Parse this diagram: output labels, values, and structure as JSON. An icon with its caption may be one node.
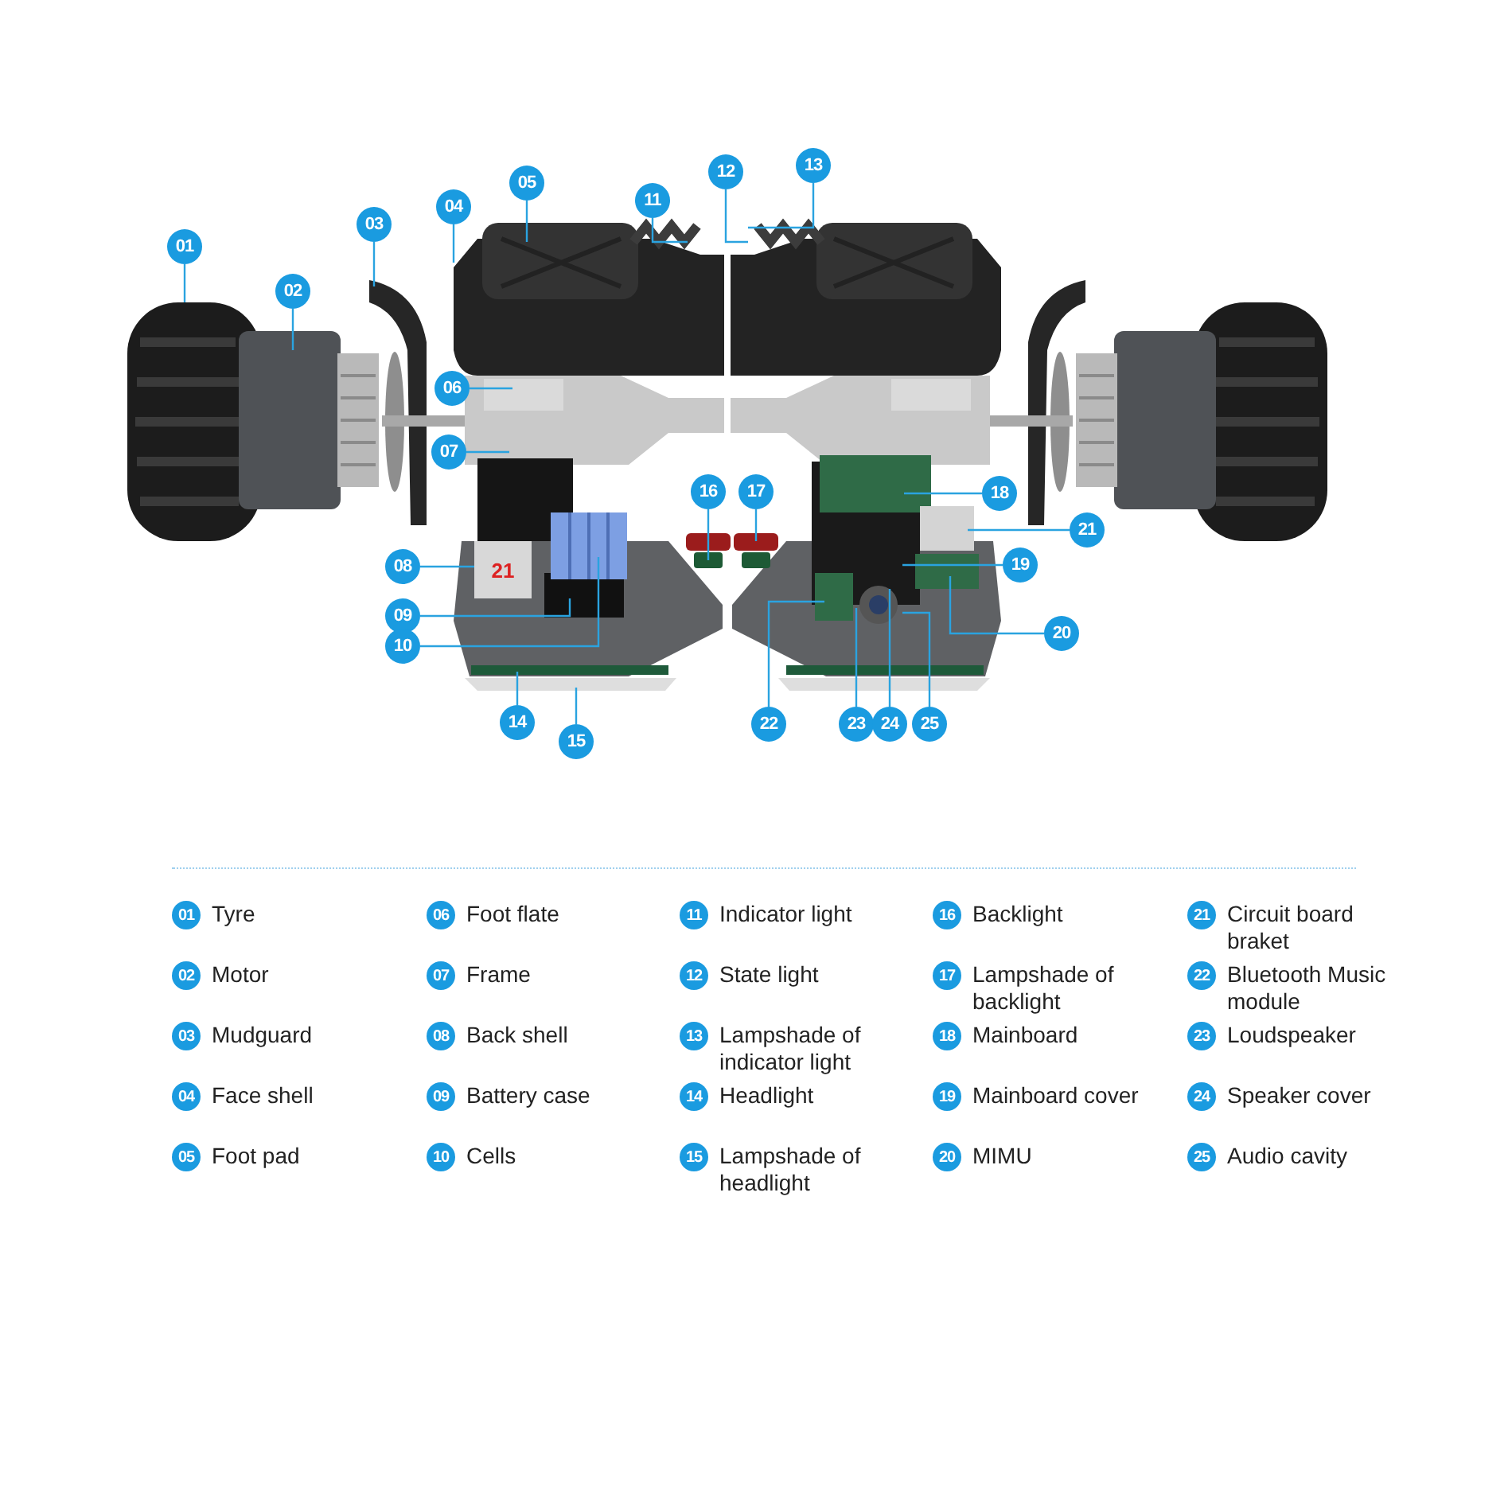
{
  "diagram": {
    "nodes": [
      {
        "text": [
          "01"
        ]
      },
      {
        "text": [
          "02"
        ]
      },
      {
        "text": [
          "03"
        ]
      },
      {
        "text": [
          "04"
        ]
      },
      {
        "text": [
          "05"
        ]
      },
      {
        "text": [
          "06"
        ]
      },
      {
        "text": [
          "07"
        ]
      },
      {
        "text": [
          "08"
        ]
      },
      {
        "text": [
          "09"
        ]
      },
      {
        "text": [
          "10"
        ]
      },
      {
        "text": [
          "11"
        ]
      },
      {
        "text": [
          "12"
        ]
      },
      {
        "text": [
          "13"
        ]
      },
      {
        "text": [
          "14"
        ]
      },
      {
        "text": [
          "15"
        ]
      },
      {
        "text": [
          "16"
        ]
      },
      {
        "text": [
          "17"
        ]
      },
      {
        "text": [
          "18"
        ]
      },
      {
        "text": [
          "19"
        ]
      },
      {
        "text": [
          "20"
        ]
      },
      {
        "text": [
          "21"
        ]
      },
      {
        "text": [
          "22"
        ]
      },
      {
        "text": [
          "23"
        ]
      },
      {
        "text": [
          "24"
        ]
      },
      {
        "text": [
          "25"
        ]
      },
      {
        "text": [
          "21"
        ]
      }
    ],
    "edges": [
      {
        "from": 0,
        "to": null,
        "arrow": "none"
      },
      {
        "from": 1,
        "to": null,
        "arrow": "none"
      },
      {
        "from": 2,
        "to": null,
        "arrow": "none"
      },
      {
        "from": 3,
        "to": null,
        "arrow": "none"
      },
      {
        "from": 4,
        "to": null,
        "arrow": "none"
      },
      {
        "from": 5,
        "to": null,
        "arrow": "none"
      },
      {
        "from": 6,
        "to": null,
        "arrow": "none"
      },
      {
        "from": 7,
        "to": 25,
        "arrow": "none"
      },
      {
        "from": 8,
        "to": null,
        "arrow": "none"
      },
      {
        "from": 9,
        "to": null,
        "arrow": "none"
      },
      {
        "from": 10,
        "to": null,
        "arrow": "none"
      },
      {
        "from": 11,
        "to": null,
        "arrow": "none"
      },
      {
        "from": 12,
        "to": null,
        "arrow": "none"
      },
      {
        "from": 13,
        "to": null,
        "arrow": "none"
      },
      {
        "from": 14,
        "to": null,
        "arrow": "none"
      },
      {
        "from": 15,
        "to": null,
        "arrow": "none"
      },
      {
        "from": 16,
        "to": null,
        "arrow": "none"
      },
      {
        "from": 17,
        "to": null,
        "arrow": "none"
      },
      {
        "from": 18,
        "to": null,
        "arrow": "none"
      },
      {
        "from": 19,
        "to": null,
        "arrow": "none"
      },
      {
        "from": 20,
        "to": null,
        "arrow": "none"
      },
      {
        "from": 21,
        "to": null,
        "arrow": "none"
      },
      {
        "from": 22,
        "to": null,
        "arrow": "none"
      },
      {
        "from": 23,
        "to": null,
        "arrow": "none"
      },
      {
        "from": 24,
        "to": null,
        "arrow": "none"
      }
    ],
    "labels": [
      "01",
      "Tyre",
      "06",
      "Foot flate",
      "11",
      "Indicator light",
      "16",
      "Backlight",
      "21",
      "Circuit board braket",
      "02",
      "Motor",
      "07",
      "Frame",
      "12",
      "State light",
      "17",
      "Lampshade of backlight",
      "22",
      "Bluetooth Music module",
      "03",
      "Mudguard",
      "08",
      "Back shell",
      "13",
      "Lampshade of indicator light",
      "18",
      "Mainboard",
      "23",
      "Loudspeaker",
      "04",
      "Face shell",
      "09",
      "Battery case",
      "14",
      "Headlight",
      "19",
      "Mainboard cover",
      "24",
      "Speaker cover",
      "05",
      "Foot pad",
      "10",
      "Cells",
      "15",
      "Lampshade of headlight",
      "20",
      "MIMU",
      "25",
      "Audio cavity"
    ]
  }
}
